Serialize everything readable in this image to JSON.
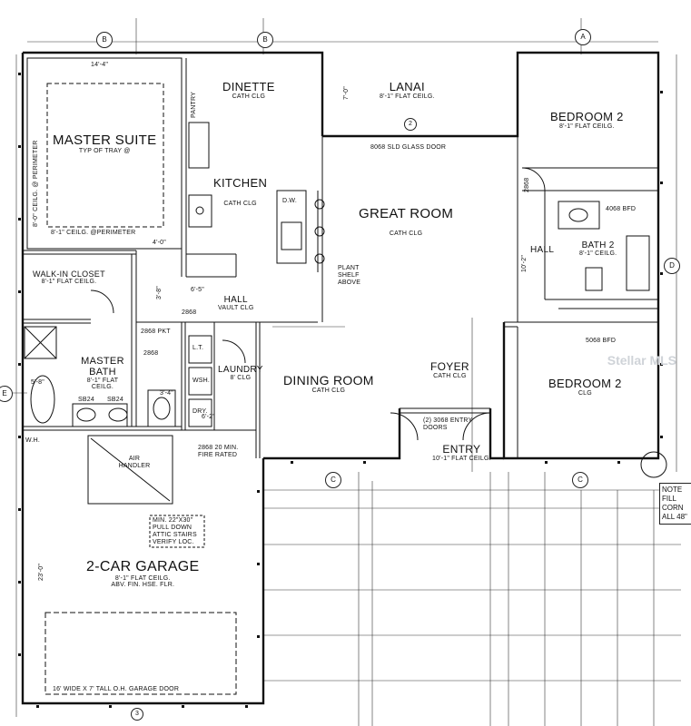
{
  "grid_markers": {
    "b1": "B",
    "b2": "B",
    "a": "A",
    "c1": "C",
    "c2": "C",
    "d": "D",
    "e": "E",
    "n2": "2",
    "n3": "3"
  },
  "rooms": {
    "master_suite": {
      "name": "MASTER SUITE",
      "sub": "TYP OF TRAY @",
      "ceil": "8'-1\" CEILG. @PERIMETER"
    },
    "dinette": {
      "name": "DINETTE",
      "sub": "CATH CLG"
    },
    "lanai": {
      "name": "LANAI",
      "sub": "8'-1\" FLAT CEILG."
    },
    "bedroom2_top": {
      "name": "BEDROOM 2",
      "sub": "8'-1\" FLAT CEILG."
    },
    "kitchen": {
      "name": "KITCHEN",
      "sub": "CATH CLG"
    },
    "great_room": {
      "name": "GREAT ROOM",
      "sub": "CATH CLG"
    },
    "bath2": {
      "name": "BATH 2",
      "sub": "8'-1\" CEILG."
    },
    "hall_right": {
      "name": "HALL"
    },
    "walkin_closet": {
      "name": "WALK-IN CLOSET",
      "sub": "8'-1\" FLAT CEILG."
    },
    "hall_center": {
      "name": "HALL",
      "sub": "VAULT CLG"
    },
    "master_bath": {
      "name": "MASTER BATH",
      "sub": "8'-1\" FLAT CEILG."
    },
    "laundry": {
      "name": "LAUNDRY",
      "sub": "8' CLG"
    },
    "dining_room": {
      "name": "DINING ROOM",
      "sub": "CATH CLG"
    },
    "foyer": {
      "name": "FOYER",
      "sub": "CATH CLG"
    },
    "bedroom2_bottom": {
      "name": "BEDROOM 2",
      "sub": "CLG"
    },
    "entry": {
      "name": "ENTRY",
      "sub": "10'-1\" FLAT CEILG."
    },
    "garage": {
      "name": "2-CAR GARAGE",
      "sub1": "8'-1\" FLAT CEILG.",
      "sub2": "ABV. FIN. HSE. FLR."
    }
  },
  "labels": {
    "dim_top": "14'-4\"",
    "pantry": "PANTRY",
    "dim_master_w": "4'-0\"",
    "glass_door": "8068 SLD GLASS DOOR",
    "dim_7": "7'-0\"",
    "dim_2868_a": "2868",
    "bfd_4068": "4068 BFD",
    "bfd_5068": "5068 BFD",
    "plant_shelf": "PLANT SHELF ABOVE",
    "pkt": "2868 PKT",
    "dim_2868_b": "2868",
    "dim_2868_c": "2868",
    "ceil_left": "8'-0\" CEILG. @ PERIMETER",
    "dim_23": "23'-0\"",
    "dim_102": "10'-2\"",
    "entry_doors": "(2) 3068 ENTRY DOORS",
    "air_handler": "AIR HANDLER",
    "fire_rated": "2868 20 MIN. FIRE RATED",
    "attic": "MIN. 22\"X30\" PULL DOWN ATTIC STAIRS VERIFY LOC.",
    "garage_door": "16' WIDE X 7' TALL O.H. GARAGE DOOR",
    "wh": "W.H.",
    "sb_a": "SB24",
    "sb_b": "SB24",
    "lt": "L.T.",
    "wash": "WSH.",
    "dry": "DRY.",
    "dim_65": "6'-5\"",
    "dim_38": "3'-8\"",
    "dim_34": "3'-4\"",
    "dim_62": "6'-2\"",
    "dw": "D.W.",
    "dim_58": "5'-8\""
  },
  "note": "NOTE FILL CORN ALL 48\"",
  "watermark": "Stellar MLS"
}
